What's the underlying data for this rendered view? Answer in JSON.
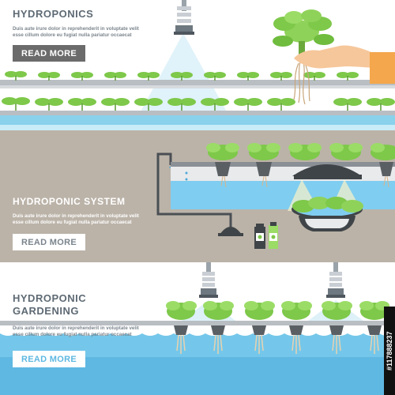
{
  "banner1": {
    "title": "HYDROPONICS",
    "text_line1": "Duis aute irure dolor in reprehenderit in voluptate velit",
    "text_line2": "esse cillum dolore eu fugiat nulla pariatur occaecat",
    "button_label": "READ MORE"
  },
  "banner2": {
    "title": "HYDROPONIC SYSTEM",
    "text_line1": "Duis aute irure dolor in reprehenderit in voluptate velit",
    "text_line2": "esse cillum dolore eu fugiat nulla pariatur occaecat",
    "button_label": "READ MORE"
  },
  "banner3": {
    "title_line1": "HYDROPONIC",
    "title_line2": "GARDENING",
    "text_line1": "Duis aute irure dolor in reprehenderit in voluptate velit",
    "text_line2": "esse cillum dolore eu fugiat nulla pariatur occaecat",
    "button_label": "READ MORE"
  },
  "watermark": "#117888237",
  "colors": {
    "title": "#5e6a74",
    "body_text": "#7b858d",
    "button_dark": "#6b6b6b",
    "button_light": "#ffffff",
    "water": "#6fc8e8",
    "leaf": "#7ec84a",
    "panel_tan": "#bbb3a8"
  },
  "icons": [
    "sprinkler-icon",
    "plant-icon",
    "hand-icon",
    "nutrient-bottle-icon",
    "pump-icon"
  ]
}
